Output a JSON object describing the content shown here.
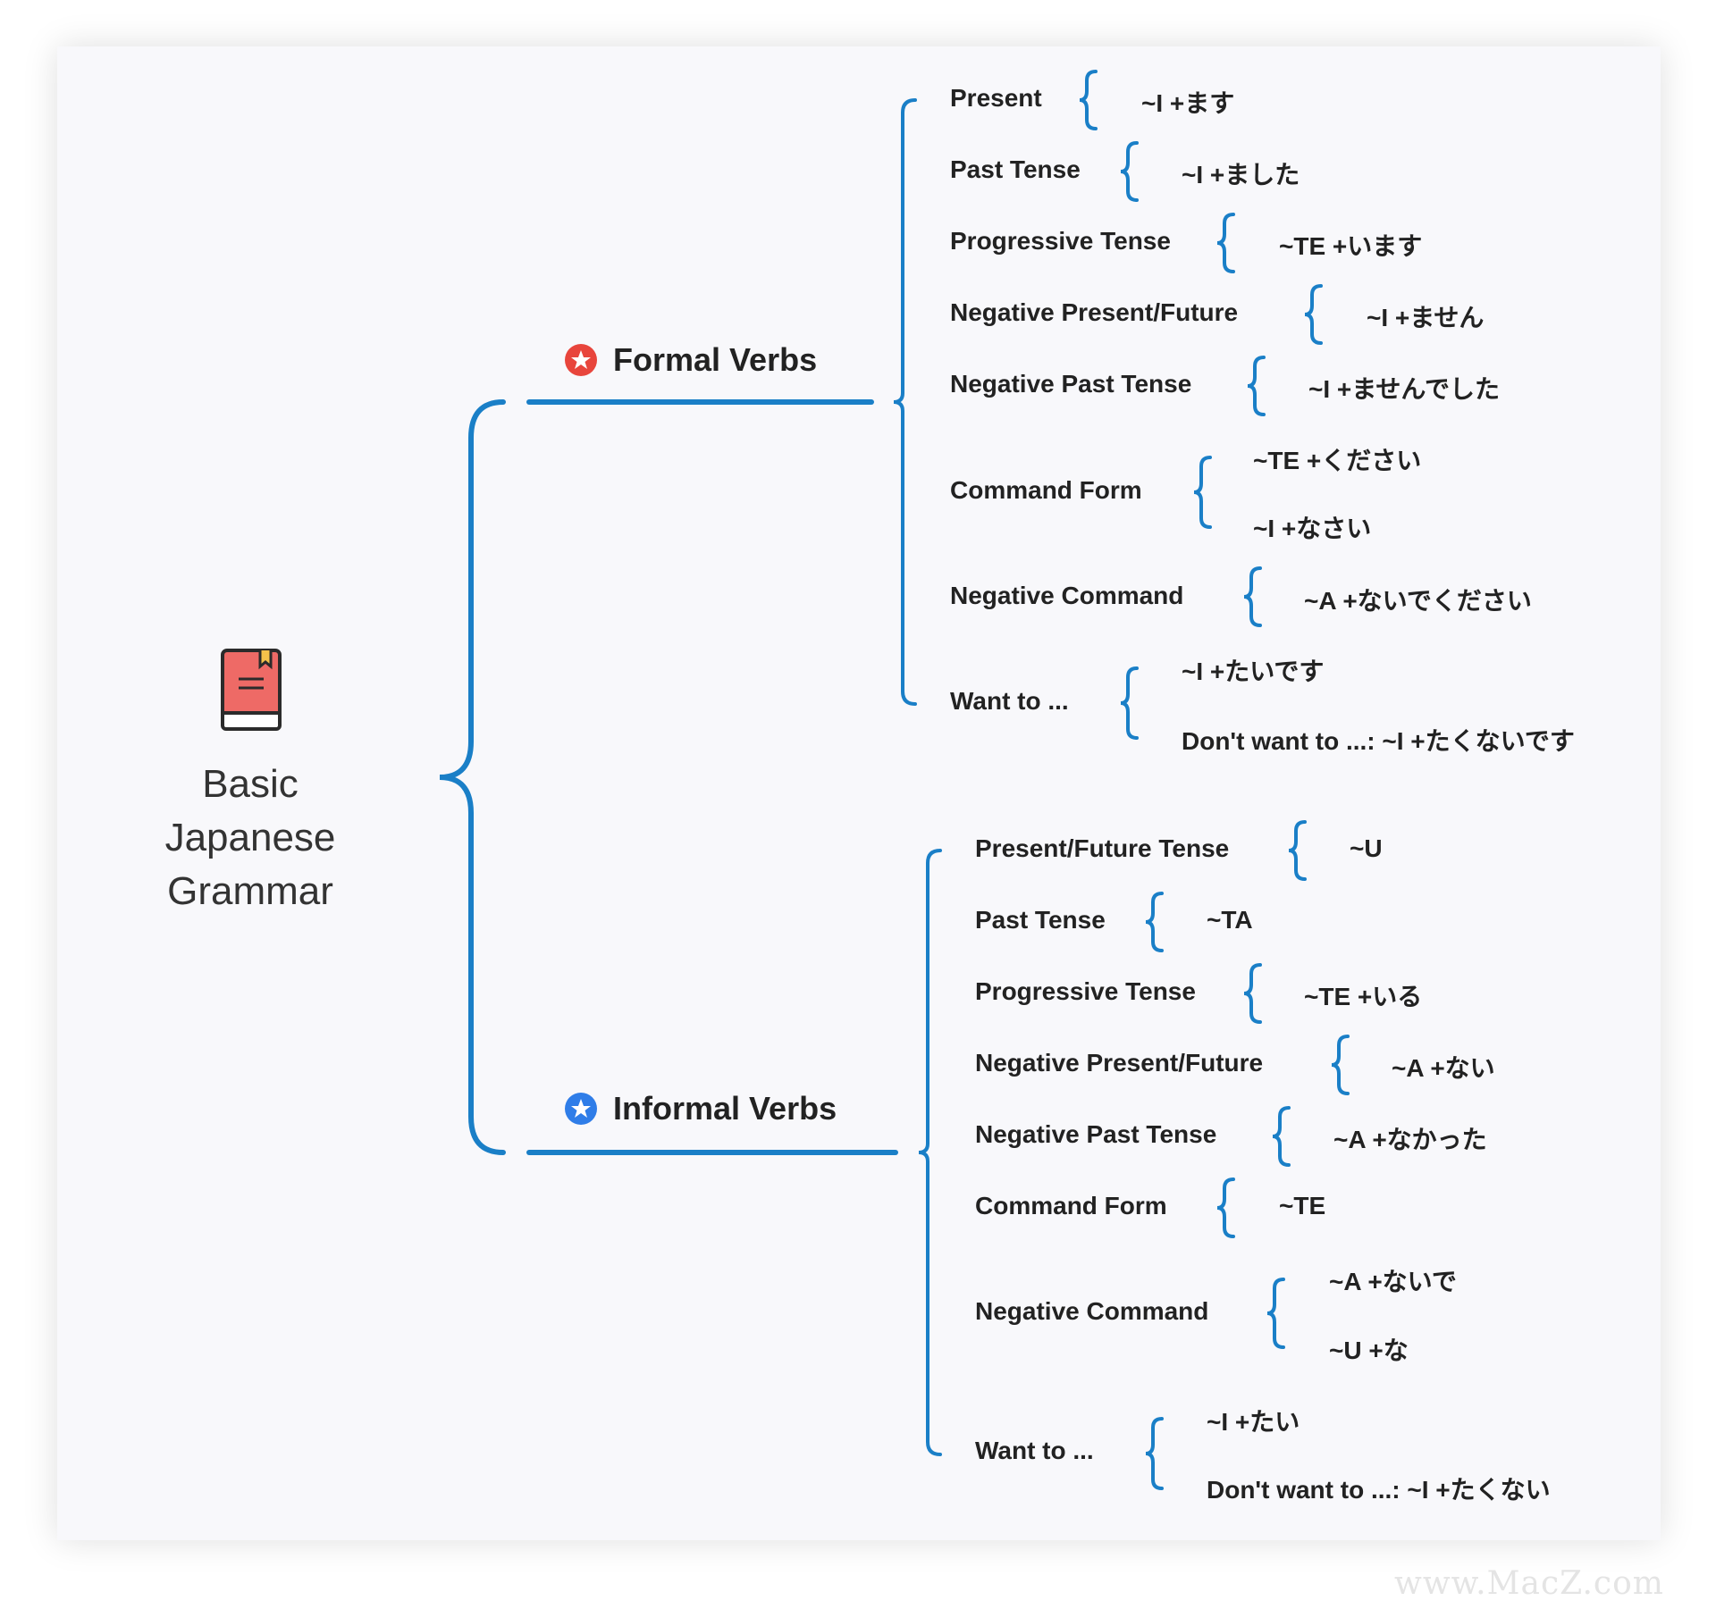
{
  "root": {
    "lines": [
      "Basic",
      "Japanese",
      "Grammar"
    ],
    "icon": "book-icon"
  },
  "colors": {
    "bracket": "#1a7fc7",
    "formal_badge": "#e8453c",
    "informal_badge": "#2f7de8"
  },
  "formal": {
    "title": "Formal Verbs",
    "icon": "star-badge-icon",
    "items": [
      {
        "label": "Present",
        "values": [
          "~I +ます"
        ]
      },
      {
        "label": "Past Tense",
        "values": [
          "~I +ました"
        ]
      },
      {
        "label": "Progressive Tense",
        "values": [
          "~TE +います"
        ]
      },
      {
        "label": "Negative Present/Future",
        "values": [
          "~I +ません"
        ]
      },
      {
        "label": "Negative Past Tense",
        "values": [
          "~I +ませんでした"
        ]
      },
      {
        "label": "Command Form",
        "values": [
          "~TE +ください",
          "~I +なさい"
        ]
      },
      {
        "label": "Negative Command",
        "values": [
          "~A +ないでください"
        ]
      },
      {
        "label": "Want to ...",
        "values": [
          "~I +たいです",
          "Don't want to ...: ~I +たくないです"
        ]
      }
    ]
  },
  "informal": {
    "title": "Informal Verbs",
    "icon": "star-badge-icon",
    "items": [
      {
        "label": "Present/Future Tense",
        "values": [
          "~U"
        ]
      },
      {
        "label": "Past Tense",
        "values": [
          "~TA"
        ]
      },
      {
        "label": "Progressive Tense",
        "values": [
          "~TE +いる"
        ]
      },
      {
        "label": "Negative Present/Future",
        "values": [
          "~A +ない"
        ]
      },
      {
        "label": "Negative Past Tense",
        "values": [
          "~A +なかった"
        ]
      },
      {
        "label": "Command Form",
        "values": [
          "~TE"
        ]
      },
      {
        "label": "Negative Command",
        "values": [
          "~A +ないで",
          "~U +な"
        ]
      },
      {
        "label": "Want to ...",
        "values": [
          "~I +たい",
          "Don't want to ...: ~I +たくない"
        ]
      }
    ]
  },
  "watermark": "www.MacZ.com"
}
